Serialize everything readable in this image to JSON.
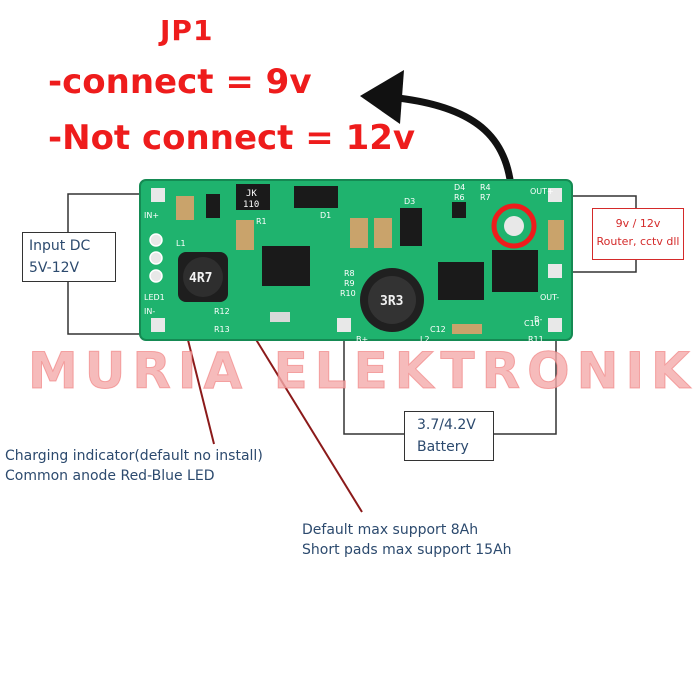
{
  "header": {
    "title": "JP1",
    "line1": "-connect = 9v",
    "line2": "-Not connect = 12v"
  },
  "input_box": {
    "line1": "Input DC",
    "line2": "5V-12V"
  },
  "output_box": {
    "line1": "9v / 12v",
    "line2": "Router, cctv dll"
  },
  "battery_box": {
    "line1": "3.7/4.2V",
    "line2": "Battery"
  },
  "notes": {
    "charging_line1": "Charging indicator(default no install)",
    "charging_line2": "Common anode Red-Blue LED",
    "capacity_line1": "Default max support 8Ah",
    "capacity_line2": "Short pads max support 15Ah"
  },
  "watermark": "MURIA ELEKTRONIK",
  "board_labels": {
    "in_plus": "IN+",
    "in_minus": "IN-",
    "led1": "LED1",
    "out_plus": "OUT+",
    "out_minus": "OUT-",
    "b_plus": "B+",
    "b_minus": "B-",
    "jk": "JK",
    "jk_code": "110",
    "l1": "4R7",
    "l2": "3R3",
    "r1": "R1",
    "d1": "D1",
    "d3": "D3",
    "d4": "D4",
    "r4": "R4",
    "r6": "R6",
    "r7": "R7",
    "r8": "R8",
    "r9": "R9",
    "r10": "R10",
    "r11": "R11",
    "r12": "R12",
    "r13": "R13",
    "c10": "C10",
    "c12": "C12",
    "l1_ref": "L1",
    "l2_ref": "L2"
  },
  "colors": {
    "pcb": "#1fb36e",
    "pcb_dark": "#158a53",
    "red_accent": "#ee1c1c",
    "wire": "#333333",
    "text_blue": "#2c4a6e",
    "pointer": "#8b1a1a"
  }
}
